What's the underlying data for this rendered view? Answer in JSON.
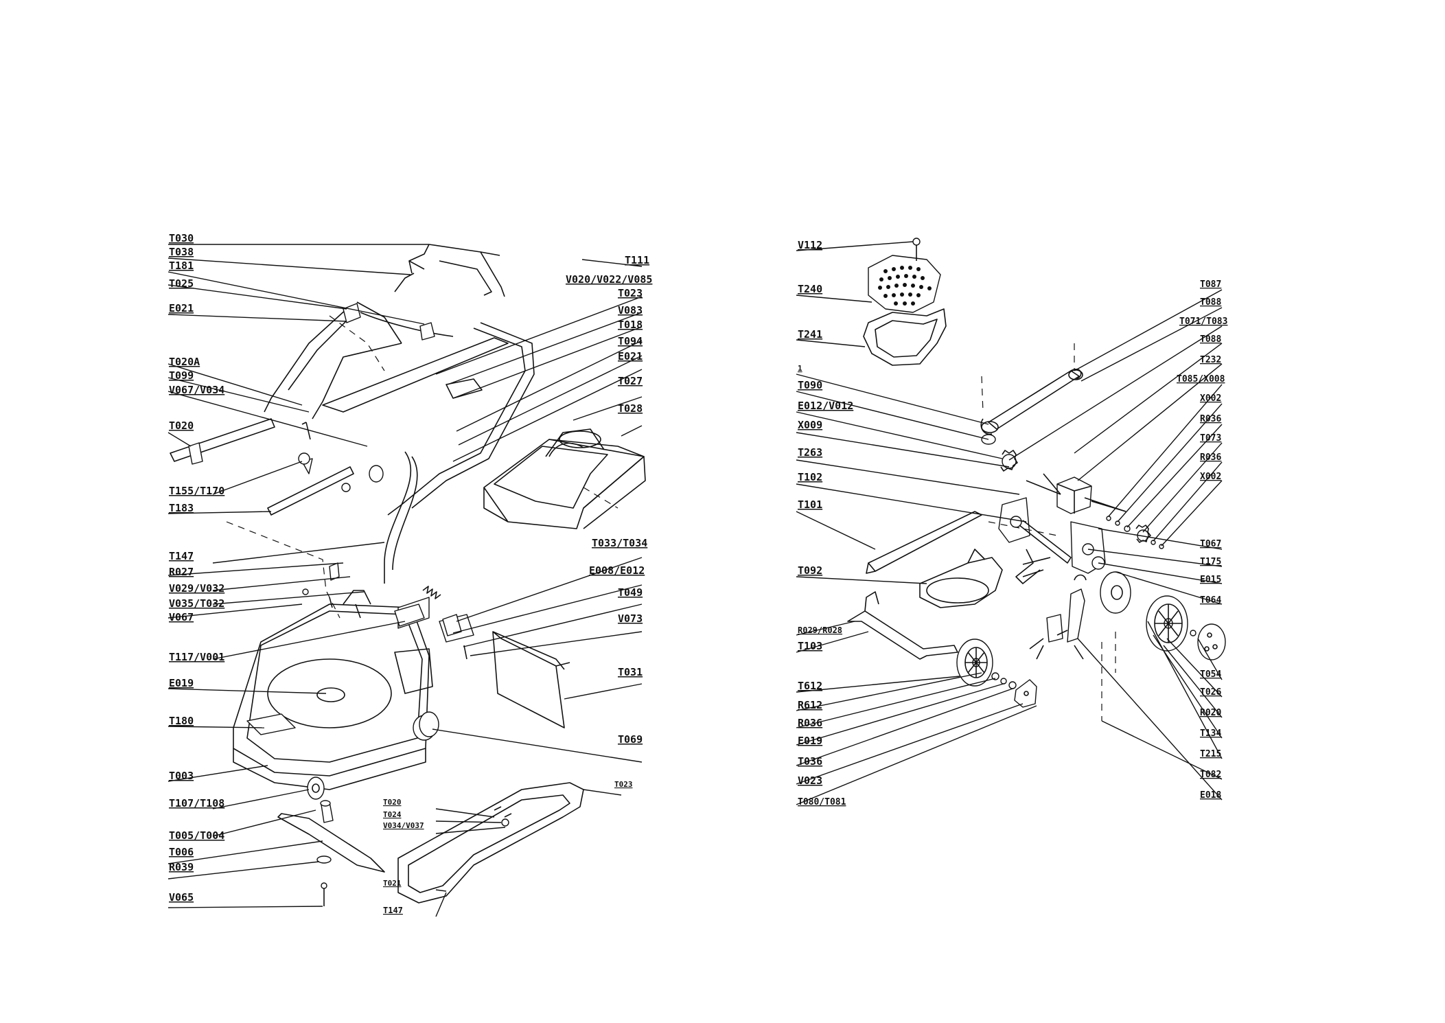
{
  "left_panel": {
    "labels": [
      "T030",
      "T038",
      "T181",
      "T025",
      "E021",
      "T020A",
      "T099",
      "V067/V034",
      "T020",
      "T155/T170",
      "T183",
      "T147",
      "R027",
      "V029/V032",
      "V035/T032",
      "V067",
      "T117/V001",
      "E019",
      "T180",
      "T003",
      "T107/T108",
      "T005/T004",
      "T006",
      "R039",
      "V065",
      "T111",
      "V020/V022/V085",
      "T023",
      "V083",
      "T018",
      "T094",
      "E021",
      "T027",
      "T028",
      "T033/T034",
      "E008/E012",
      "T049",
      "V073",
      "T031",
      "T069",
      "T020",
      "T024",
      "V034/V037",
      "T021",
      "T147",
      "T023"
    ]
  },
  "right_panel": {
    "labels": [
      "V112",
      "T240",
      "T241",
      "1",
      "T090",
      "E012/V012",
      "X009",
      "T263",
      "T102",
      "T101",
      "T092",
      "R029/R028",
      "T103",
      "T612",
      "R612",
      "R036",
      "E019",
      "T036",
      "V023",
      "T080/T081",
      "T087",
      "T088",
      "T071/T083",
      "T088",
      "T232",
      "T085/X008",
      "X002",
      "R036",
      "T073",
      "R036",
      "X002",
      "T067",
      "T175",
      "E015",
      "T064",
      "T054",
      "T026",
      "R020",
      "T134",
      "T215",
      "T082",
      "E018"
    ]
  }
}
